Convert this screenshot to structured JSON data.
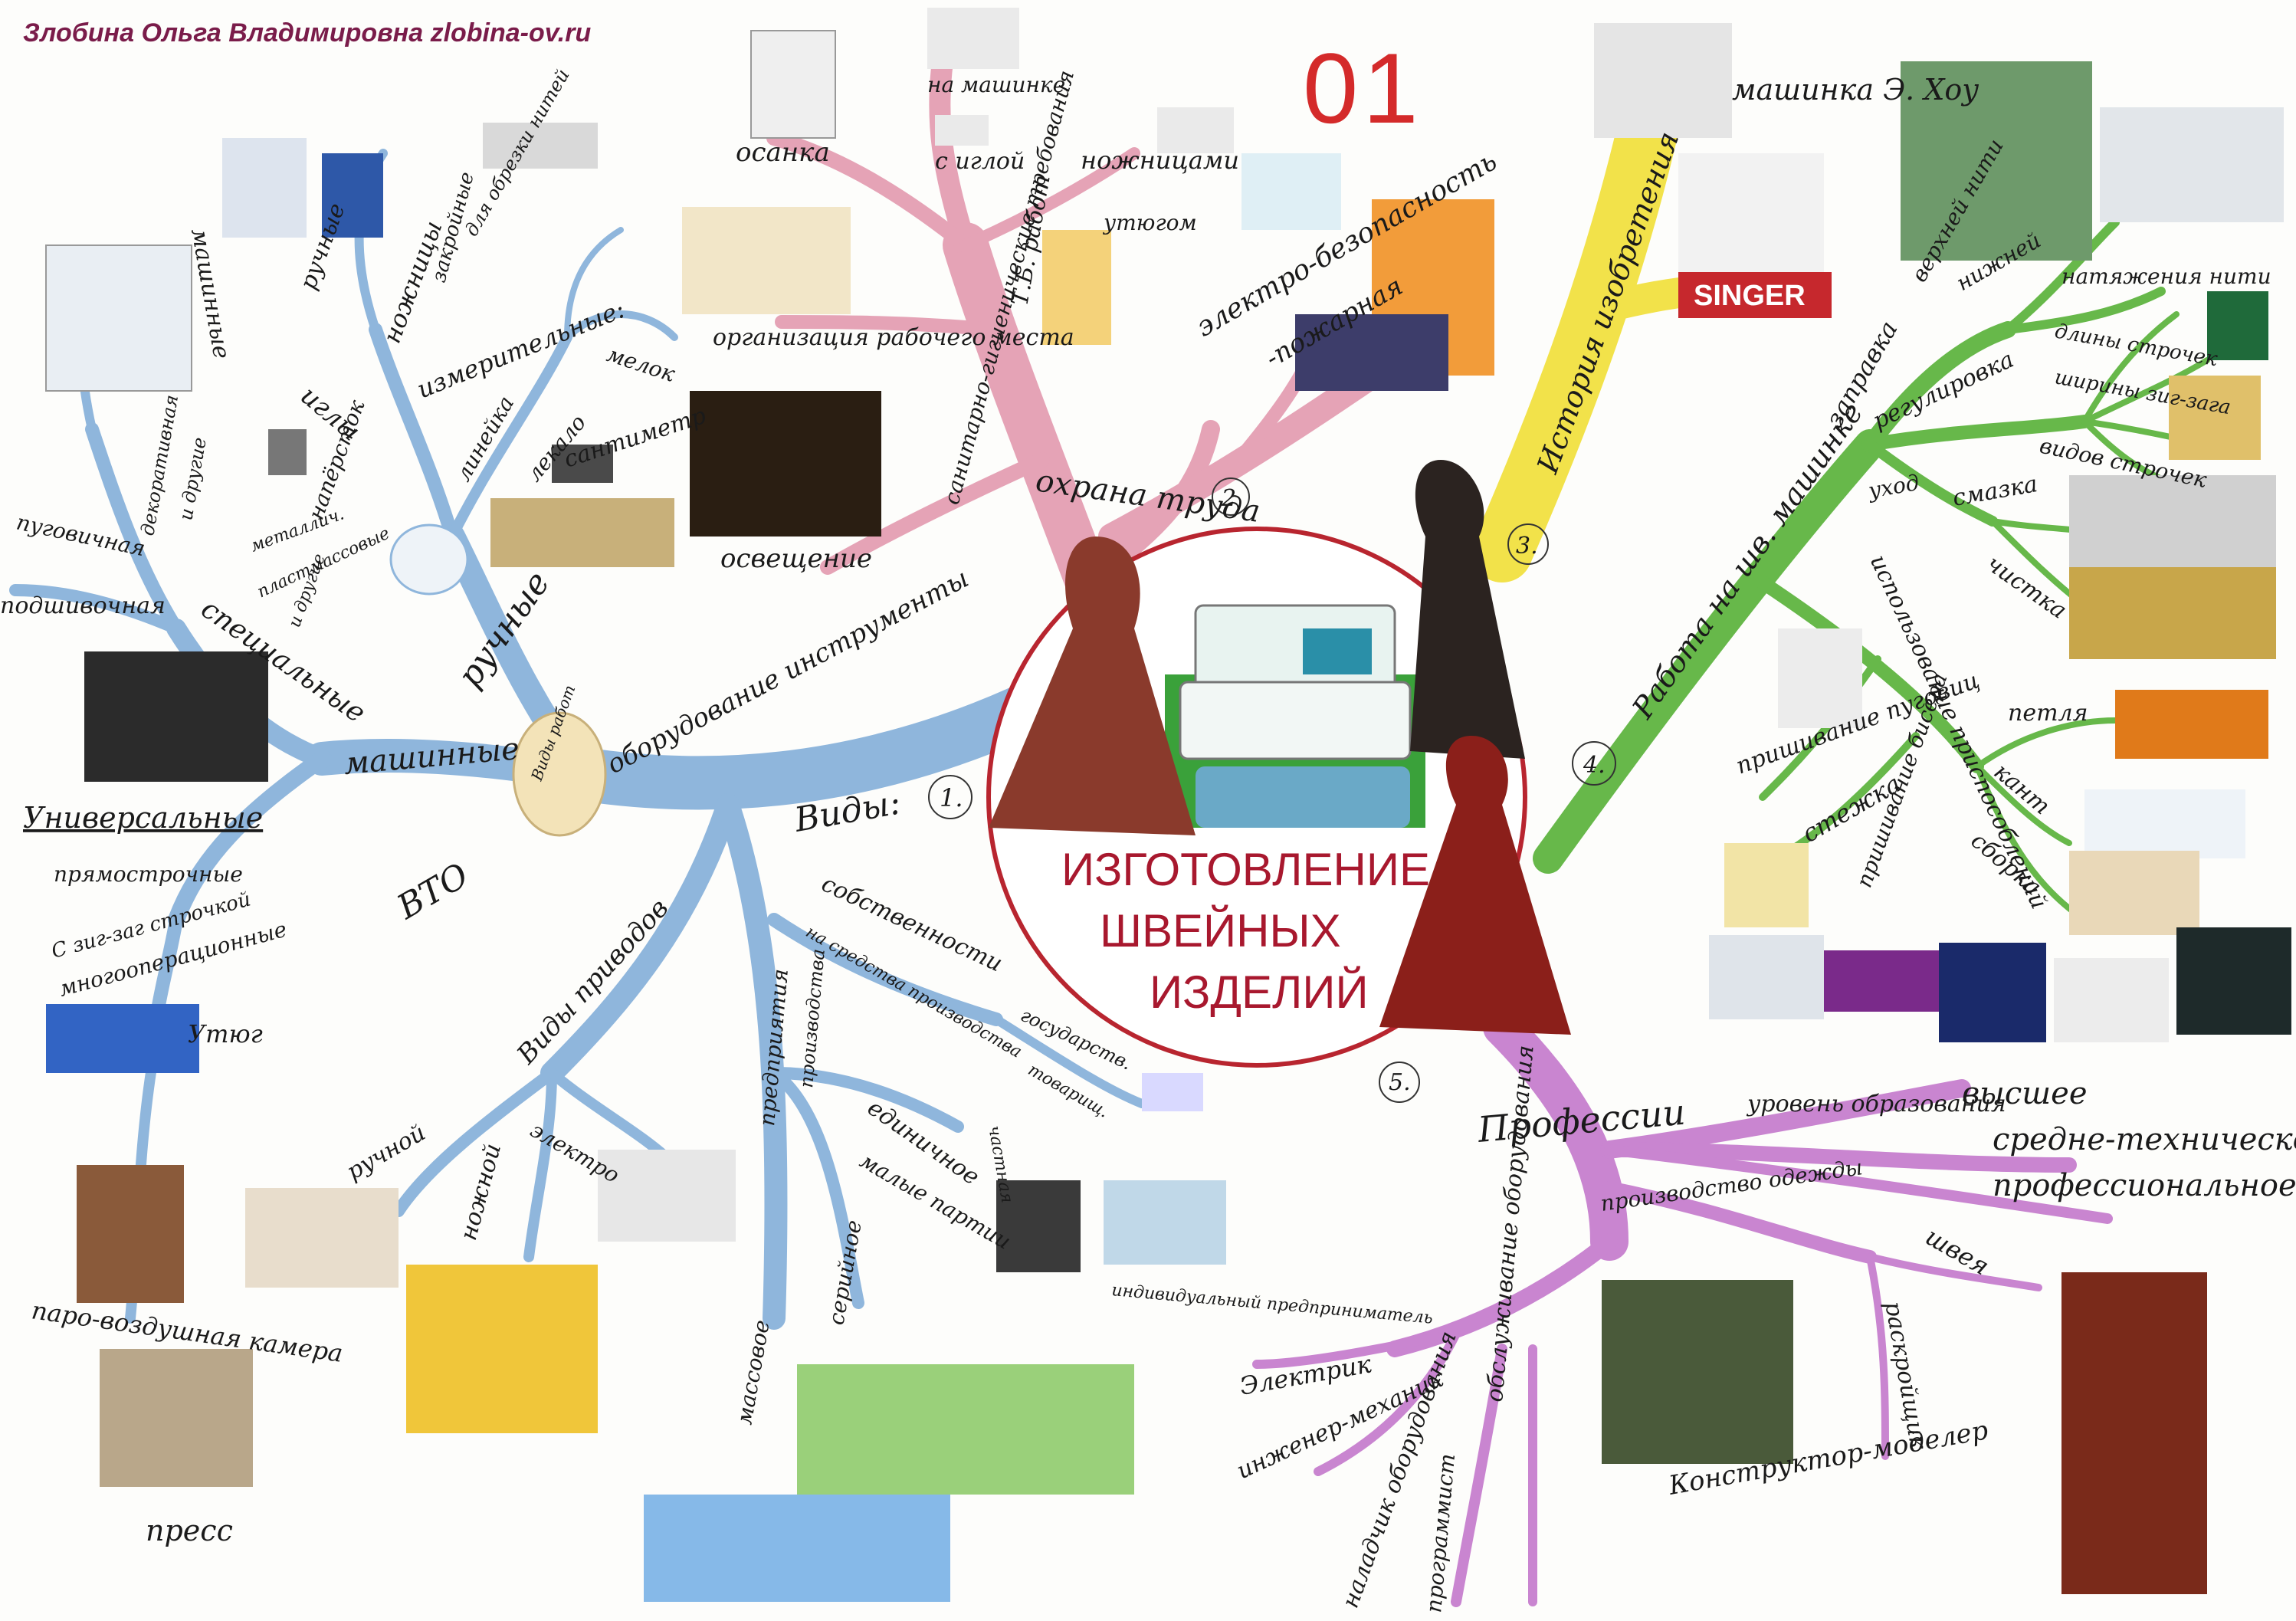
{
  "header": "Злобина Ольга Владимировна zlobina-ov.ru",
  "number": "01",
  "center": {
    "line1": "ИЗГОТОВЛЕНИЕ",
    "line2": "ШВЕЙНЫХ",
    "line3": "ИЗДЕЛИЙ"
  },
  "colors": {
    "blue_branch": "#8fb6dc",
    "pink_branch": "#e5a3b6",
    "yellow_branch": "#f2e24a",
    "green_branch": "#67b84a",
    "violet_branch": "#c985d0",
    "center_ring": "#b8252f",
    "header_text": "#7a1c4a",
    "number_red": "#d42a2a"
  },
  "branch1": {
    "number": "1.",
    "title": "Виды:",
    "equipment": "оборудование инструменты",
    "bubble": "Виды работ",
    "manual": "ручные",
    "machine": "машинные",
    "special": "специальные",
    "universal": "Универсальные",
    "straight": "прямострочные",
    "zigzag": "С зиг-заг строчкой",
    "multi": "многооперационные",
    "vto": "ВТО",
    "iron": "Утюг",
    "steam": "паро-воздушная камера",
    "press": "пресс",
    "drives": "Виды приводов",
    "manual_drive": "ручной",
    "foot": "ножной",
    "electro": "электро",
    "needles": "иглы",
    "machine_needles": "машинные",
    "hand_needles": "ручные",
    "scissors": "ножницы",
    "tailor": "закройные",
    "cutting": "для обрезки нитей",
    "measure": "измерительные:",
    "chalk": "мелок",
    "ruler": "линейка",
    "tape": "лекало",
    "cm": "сантиметр",
    "thimble": "напёрсток",
    "metal": "металлич.",
    "plastic": "пластмассовые",
    "buttons": "и другие",
    "decor": "пуговичная",
    "bow": "декоративная",
    "sewing": "подшивочная",
    "other": "и другие",
    "property": "собственности",
    "means": "на средства производства",
    "state": "государств.",
    "partner": "товарищ.",
    "private": "частная",
    "enterprise": "предприятия",
    "production": "производства",
    "single": "единичное",
    "small": "малые партии",
    "serial": "серийное",
    "mass": "массовое",
    "individual": "индивидуальный предприниматель"
  },
  "branch2": {
    "number": "2",
    "title": "охрана труда",
    "posture": "осанка",
    "on_machine": "на машинке",
    "needle": "с иглой",
    "scissors": "ножницами",
    "iron": "утюгом",
    "sanitary": "санитарно-гигиенические требования",
    "tb": "Т.Б. работ",
    "organize": "организация рабочего места",
    "light": "освещение",
    "electro": "электро-безопасность",
    "fire": "-пожарная"
  },
  "branch3": {
    "number": "3.",
    "title": "История изобретения",
    "howe": "машинка Э. Хоу",
    "singer": "SINGER"
  },
  "branch4": {
    "number": "4.",
    "title": "Работа на шв. машинке",
    "threading": "заправка",
    "upper": "верхней нити",
    "lower": "нижней",
    "regulate": "регулировка",
    "tension": "натяжения нити",
    "length": "длины строчек",
    "width": "ширины зиг-зага",
    "types": "видов строчек",
    "care": "уход",
    "lube": "смазка",
    "clean": "чистка",
    "use": "использование приспособлений",
    "loop": "петля",
    "edge": "кант",
    "gather": "сборка",
    "button": "пришивание пуговиц",
    "stitch": "стежка",
    "beads": "пришивание бисера"
  },
  "branch5": {
    "number": "5.",
    "title": "Профессии",
    "edu_level": "уровень образования",
    "higher": "высшее",
    "middle": "средне-техническое",
    "prof": "профессиональное",
    "clothing": "производство одежды",
    "seamstress": "швея",
    "cutter": "раскройщик",
    "designer": "Конструктор-моделер",
    "service": "обслуживание оборудования",
    "electrician": "Электрик",
    "engineer": "инженер-механик",
    "adjuster": "наладчик оборудования",
    "programmer": "программист"
  }
}
